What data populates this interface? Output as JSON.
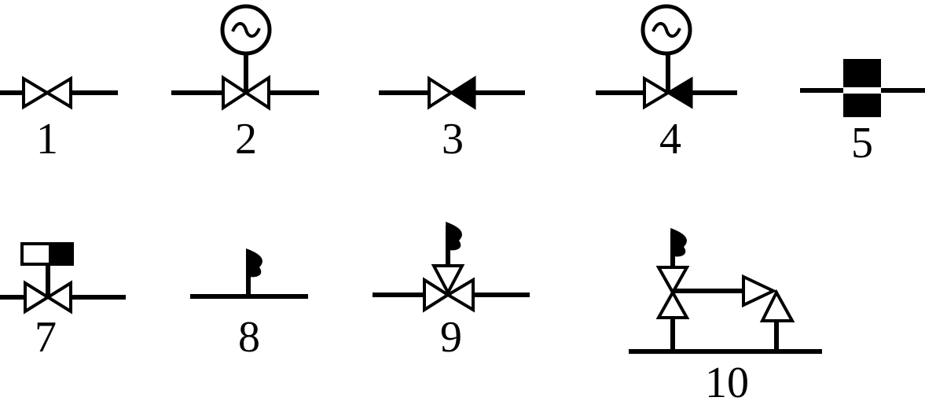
{
  "symbols": [
    {
      "label": "1",
      "icon": "gate-valve-icon"
    },
    {
      "label": "2",
      "icon": "motor-operated-valve-icon"
    },
    {
      "label": "3",
      "icon": "check-valve-icon"
    },
    {
      "label": "4",
      "icon": "motor-operated-check-valve-icon"
    },
    {
      "label": "5",
      "icon": "pipe-fitting-icon"
    },
    {
      "label": "7",
      "icon": "solenoid-valve-icon"
    },
    {
      "label": "8",
      "icon": "flag-icon"
    },
    {
      "label": "9",
      "icon": "flag-operated-valve-icon"
    },
    {
      "label": "10",
      "icon": "pilot-relief-valve-icon"
    }
  ],
  "colors": {
    "line": "#000000",
    "background": "#ffffff"
  }
}
